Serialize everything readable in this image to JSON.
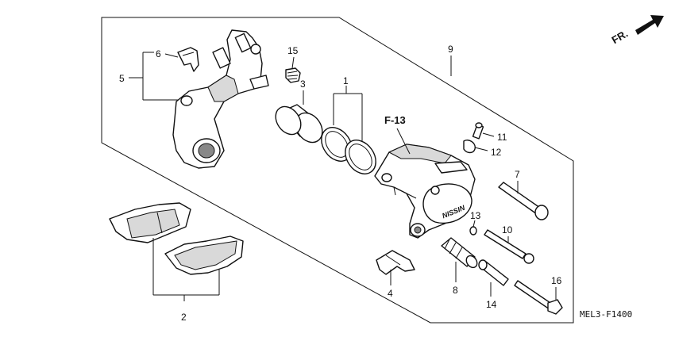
{
  "direction_label": "FR.",
  "diagram_code": "MEL3-F1400",
  "reference": "F-13",
  "brand_mark": "NISSIN",
  "callouts": {
    "n1": "1",
    "n2": "2",
    "n3": "3",
    "n4": "4",
    "n5": "5",
    "n6": "6",
    "n7": "7",
    "n8": "8",
    "n9": "9",
    "n10": "10",
    "n11": "11",
    "n12": "12",
    "n13": "13",
    "n14": "14",
    "n15": "15",
    "n16": "16"
  }
}
